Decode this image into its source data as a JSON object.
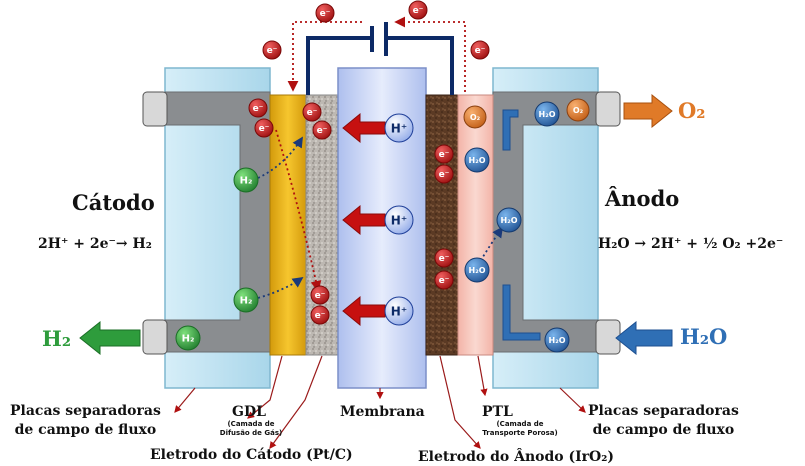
{
  "labels": {
    "cathode_title": "Cátodo",
    "anode_title": "Ânodo",
    "cathode_reaction": "2H⁺ + 2e⁻→  H₂",
    "anode_reaction": "H₂O → 2H⁺ + ½ O₂ +2e⁻",
    "h2_out": "H₂",
    "o2_out": "O₂",
    "h2o_in": "H₂O",
    "plates_left_1": "Placas separadoras",
    "plates_left_2": "de campo de fluxo",
    "plates_right_1": "Placas separadoras",
    "plates_right_2": "de campo de fluxo",
    "gdl": "GDL",
    "gdl_sub_1": "(Camada de",
    "gdl_sub_2": "Difusão de Gás)",
    "membrane": "Membrana",
    "ptl": "PTL",
    "ptl_sub_1": "(Camada de",
    "ptl_sub_2": "Transporte Porosa)",
    "cathode_electrode": "Eletrodo do Cátodo (Pt/C)",
    "anode_electrode": "Eletrodo do Ânodo (IrO₂)"
  },
  "species": {
    "electron": "e⁻",
    "proton": "H⁺",
    "hydrogen": "H₂",
    "oxygen": "O₂",
    "water": "H₂O"
  },
  "colors": {
    "plate_blue": "#bfe3f2",
    "plate_gray": "#8a8d90",
    "gdl_gold": "#f0b418",
    "catalyst_gray": "#bdb8b2",
    "membrane_blue": "#c8d6f6",
    "anode_catalyst_brown": "#5b3a24",
    "ptl_pink": "#f6c6bc",
    "electron_red": "#c81a1a",
    "proton_arrow_red": "#c61010",
    "h2_green": "#2e9c3c",
    "h2o_blue": "#2f6fb5",
    "o2_orange": "#e07a28",
    "wire_navy": "#0d2a66"
  }
}
